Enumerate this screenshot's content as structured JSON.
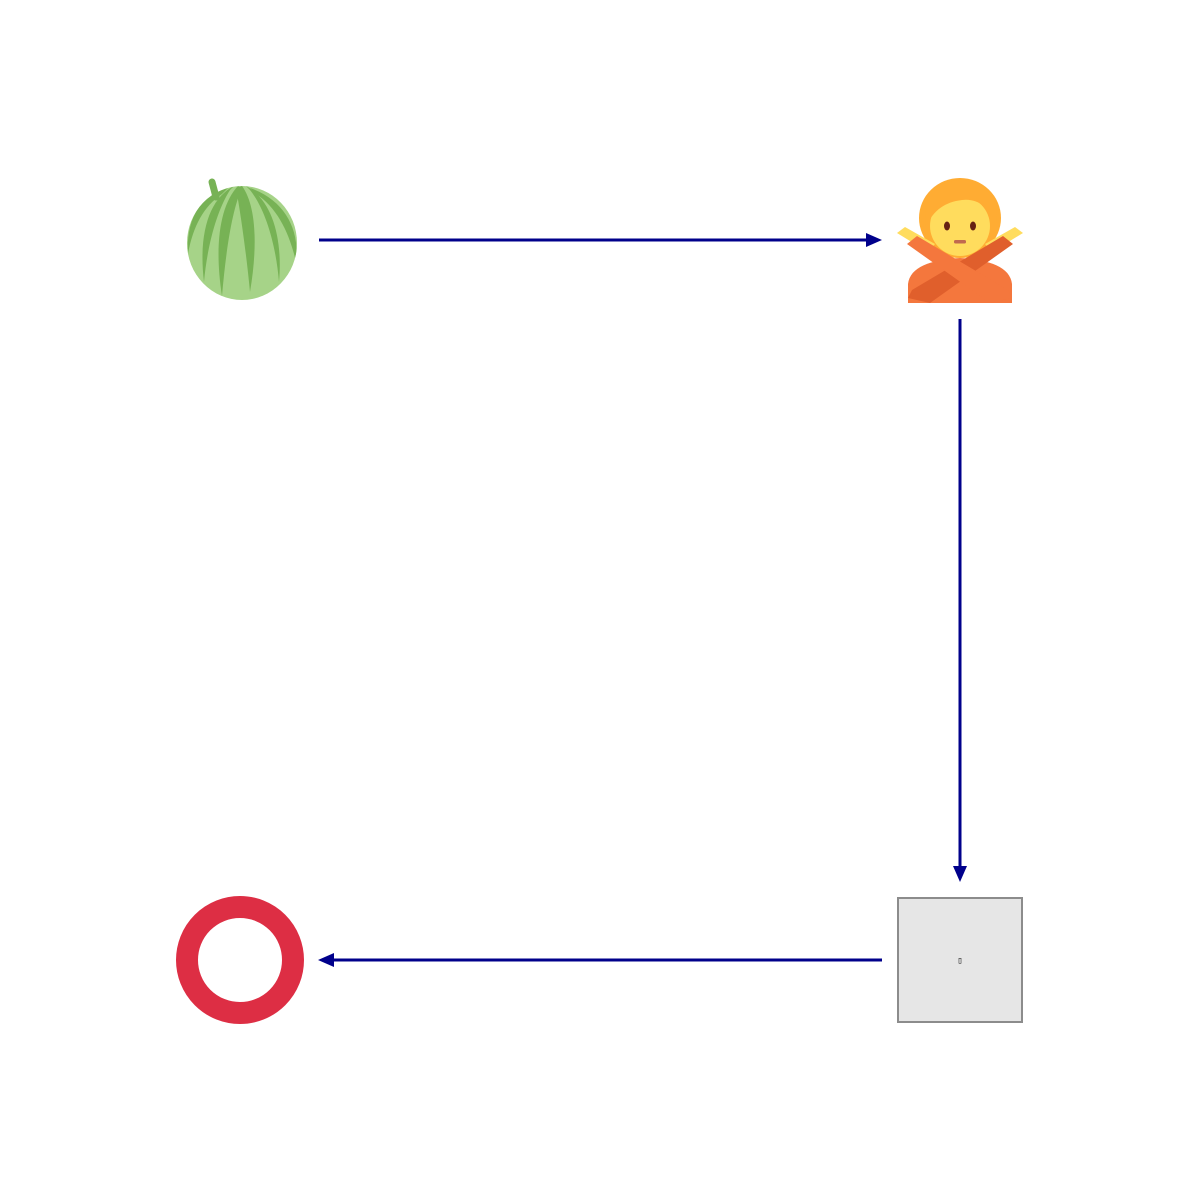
{
  "diagram": {
    "type": "cycle-flow",
    "nodes": [
      {
        "id": "melon",
        "icon": "melon-icon",
        "label": ""
      },
      {
        "id": "person",
        "icon": "person-gesturing-no-icon",
        "label": ""
      },
      {
        "id": "box",
        "icon": "missing-glyph-box",
        "label": "",
        "glyph": "▯"
      },
      {
        "id": "ring",
        "icon": "hollow-red-circle-icon",
        "label": ""
      }
    ],
    "edges": [
      {
        "from": "melon",
        "to": "person"
      },
      {
        "from": "person",
        "to": "box"
      },
      {
        "from": "box",
        "to": "ring"
      }
    ],
    "colors": {
      "arrow": "#00008b",
      "ring": "#dd2e44",
      "box_fill": "#e6e6e6",
      "box_stroke": "#8c8c8c",
      "melon_light": "#a6d388",
      "melon_dark": "#77b255",
      "skin": "#ffdc5d",
      "hair": "#ffac33",
      "shirt": "#f4773d",
      "shirt_dark": "#e05f2c"
    }
  }
}
